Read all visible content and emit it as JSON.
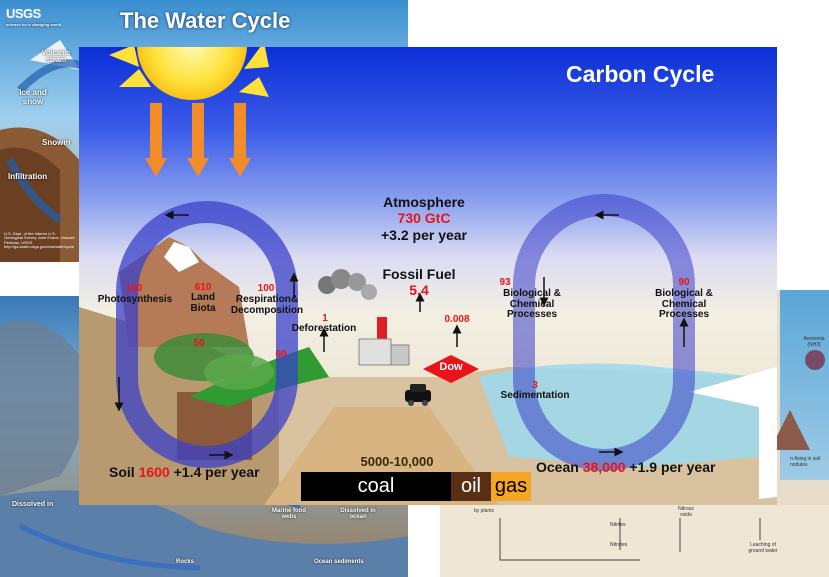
{
  "water_cycle": {
    "logo": "USGS",
    "logo_sub": "science for a changing world",
    "title": "The Water Cycle",
    "labels": {
      "volcanic_steam": "Volcanic steam",
      "ice_and_snow": "Ice and snow",
      "snowmelt": "Snowm",
      "infiltration": "Infiltration",
      "credit": "U.S. Dept. of the Interior U.S. Geological Survey John Evans, Howard Perlman, USGS http://ga.water.usgs.gov/edu/watercycle",
      "dissolved": "Dissolved in",
      "marine_food_webs": "Marine food webs",
      "dissolved_in_ocean": "Dissolved in ocean",
      "rocks": "Rocks",
      "ocean_sediments": "Ocean sediments"
    }
  },
  "nitrogen_cycle": {
    "labels": {
      "ammonia": "Ammonia (NH3)",
      "fixing": "n-fixing in soil nodules",
      "by_plants": "by plants",
      "nitrites": "Nitrites",
      "nitrous_oxide": "Nitrous oxide",
      "nitrates": "Nitrates",
      "leaching": "Leaching of ground water"
    }
  },
  "carbon_cycle": {
    "title": "Carbon Cycle",
    "atmosphere": {
      "label": "Atmosphere",
      "amount": "730 GtC",
      "change": "+3.2 per year"
    },
    "fossil_fuel": {
      "label": "Fossil Fuel",
      "flux": "5.4"
    },
    "land": {
      "photosynthesis_flux": "100",
      "photosynthesis": "Photosynthesis",
      "land_biota_amount": "610",
      "land_biota": "Land Biota",
      "respiration_flux": "100",
      "respiration": "Respiration& Decomposition",
      "deforestation_flux": "1",
      "deforestation": "Deforestation",
      "flux_50": "50",
      "flux_60": "60"
    },
    "industry_flux": "0.008",
    "company": "Dow",
    "ocean": {
      "uptake_flux": "93",
      "uptake": "Biological & Chemical Processes",
      "release_flux": "90",
      "release": "Biological & Chemical Processes",
      "sedimentation_flux": "3",
      "sedimentation": "Sedimentation"
    },
    "soil": {
      "label": "Soil",
      "amount": "1600",
      "change": "+1.4 per year"
    },
    "ocean_store": {
      "label": "Ocean",
      "amount": "38,000",
      "change": "+1.9 per year"
    },
    "fossil_reserves": "5000-10,000",
    "fossil_types": [
      "coal",
      "oil",
      "gas"
    ],
    "colors": {
      "flux_red": "#e8141a",
      "coal": "#000000",
      "oil": "#5a2e12",
      "gas": "#f5a623",
      "loop": "#3a40c8",
      "dow": "#e8141a"
    }
  }
}
